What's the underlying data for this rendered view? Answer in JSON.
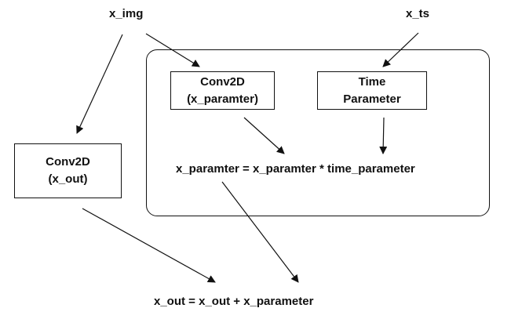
{
  "inputs": {
    "x_img": "x_img",
    "x_ts": "x_ts"
  },
  "boxes": {
    "conv2d_param": {
      "line1": "Conv2D",
      "line2": "(x_paramter)"
    },
    "time_param": {
      "line1": "Time",
      "line2": "Parameter"
    },
    "conv2d_out": {
      "line1": "Conv2D",
      "line2": "(x_out)"
    }
  },
  "equations": {
    "inner": "x_paramter = x_paramter * time_parameter",
    "output": "x_out = x_out + x_parameter"
  }
}
